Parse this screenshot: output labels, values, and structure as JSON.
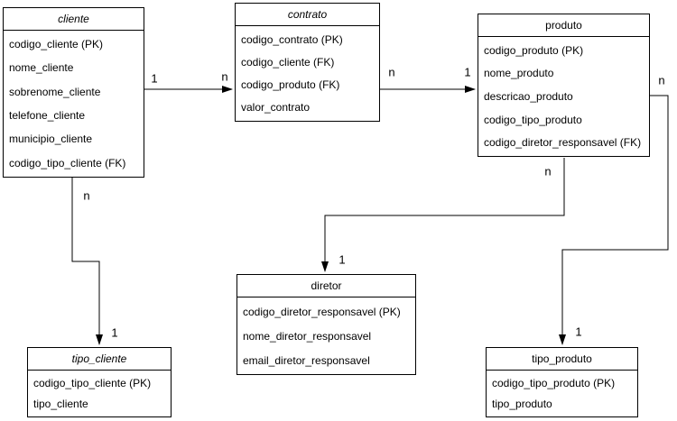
{
  "diagram_type": "entity-relationship",
  "colors": {
    "background": "#ffffff",
    "line": "#000000",
    "text": "#000000",
    "entity_fill": "#ffffff"
  },
  "entities": {
    "cliente": {
      "title": "cliente",
      "title_italic": true,
      "fields": [
        "codigo_cliente (PK)",
        "nome_cliente",
        "sobrenome_cliente",
        "telefone_cliente",
        "municipio_cliente",
        "codigo_tipo_cliente (FK)"
      ]
    },
    "contrato": {
      "title": "contrato",
      "title_italic": true,
      "fields": [
        "codigo_contrato (PK)",
        "codigo_cliente (FK)",
        "codigo_produto (FK)",
        "valor_contrato"
      ]
    },
    "produto": {
      "title": "produto",
      "title_italic": false,
      "fields": [
        "codigo_produto (PK)",
        "nome_produto",
        "descricao_produto",
        "codigo_tipo_produto",
        "codigo_diretor_responsavel (FK)"
      ]
    },
    "diretor": {
      "title": "diretor",
      "title_italic": false,
      "fields": [
        "codigo_diretor_responsavel (PK)",
        "nome_diretor_responsavel",
        "email_diretor_responsavel"
      ]
    },
    "tipo_cliente": {
      "title": "tipo_cliente",
      "title_italic": true,
      "fields": [
        "codigo_tipo_cliente (PK)",
        "tipo_cliente"
      ]
    },
    "tipo_produto": {
      "title": "tipo_produto",
      "title_italic": false,
      "fields": [
        "codigo_tipo_produto (PK)",
        "tipo_produto"
      ]
    }
  },
  "relationships": [
    {
      "from": "cliente",
      "to": "contrato",
      "from_card": "1",
      "to_card": "n"
    },
    {
      "from": "contrato",
      "to": "produto",
      "from_card": "n",
      "to_card": "1"
    },
    {
      "from": "cliente",
      "to": "tipo_cliente",
      "from_card": "n",
      "to_card": "1"
    },
    {
      "from": "produto",
      "to": "diretor",
      "from_card": "n",
      "to_card": "1"
    },
    {
      "from": "produto",
      "to": "tipo_produto",
      "from_card": "n",
      "to_card": "1"
    }
  ]
}
